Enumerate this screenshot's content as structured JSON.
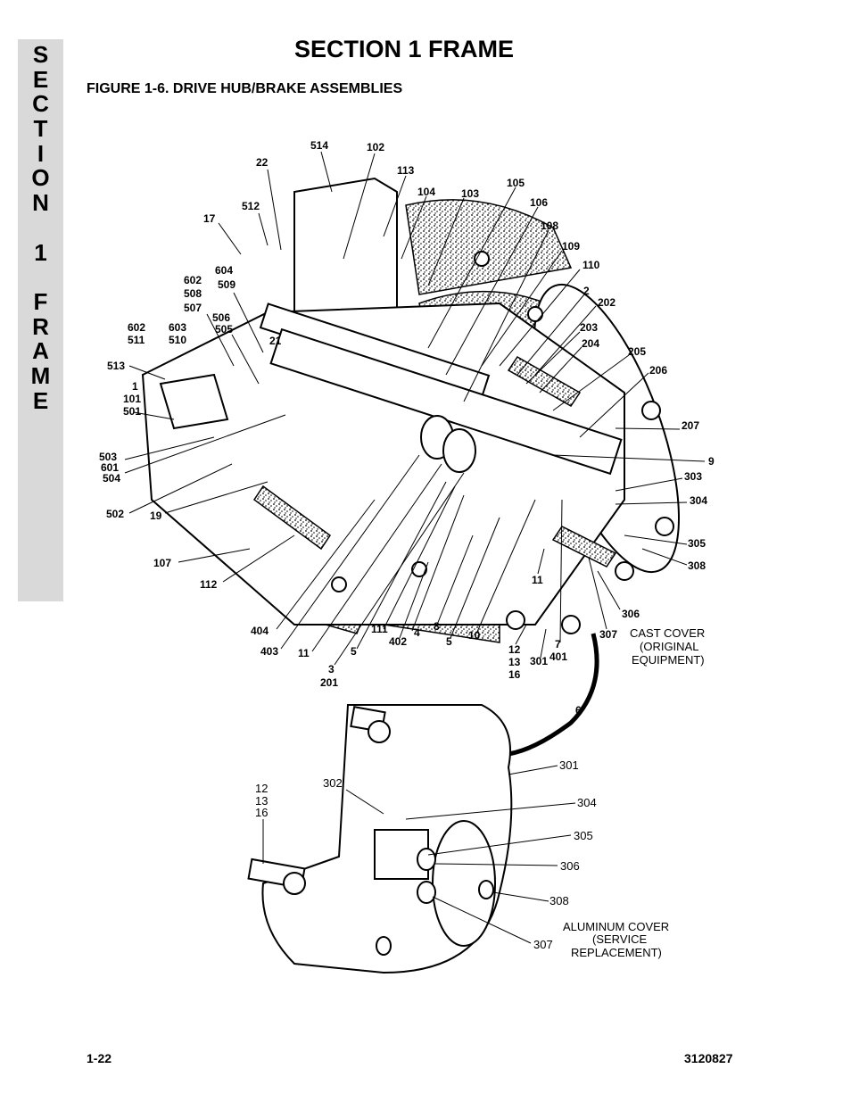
{
  "side_tab": {
    "letters": [
      "S",
      "E",
      "C",
      "T",
      "I",
      "O",
      "N",
      " ",
      "1",
      " ",
      "F",
      "R",
      "A",
      "M",
      "E"
    ]
  },
  "header": {
    "section_title": "SECTION 1  FRAME",
    "figure_title": "FIGURE 1-6.    DRIVE HUB/BRAKE ASSEMBLIES"
  },
  "footer": {
    "page_number": "1-22",
    "document_number": "3120827"
  },
  "figure": {
    "top_labels": {
      "l514": "514",
      "l102": "102",
      "l113": "113",
      "l104": "104",
      "l103": "103",
      "l105": "105",
      "l106": "106",
      "l108": "108",
      "l109": "109",
      "l110": "110",
      "l2": "2",
      "l202": "202",
      "l203": "203",
      "l204": "204",
      "l205": "205",
      "l206": "206",
      "l207": "207",
      "l9": "9",
      "l303": "303",
      "l304": "304",
      "l305": "305",
      "l308": "308",
      "l306": "306",
      "l307": "307",
      "l22": "22",
      "l512": "512",
      "l17": "17",
      "l604": "604",
      "l509": "509",
      "l602a": "602",
      "l508": "508",
      "l507": "507",
      "l506": "506",
      "l505": "505",
      "l602b": "602",
      "l511": "511",
      "l603": "603",
      "l510": "510",
      "l21": "21",
      "l513": "513",
      "l1": "1",
      "l101": "101",
      "l501": "501",
      "l503": "503",
      "l601": "601",
      "l504": "504",
      "l502": "502",
      "l19": "19",
      "l107": "107",
      "l112": "112",
      "l404": "404",
      "l403": "403",
      "l11a": "11",
      "l3": "3",
      "l201": "201",
      "l5a": "5",
      "l111": "111",
      "l4": "4",
      "l402": "402",
      "l8": "8",
      "l5b": "5",
      "l10": "10",
      "l12": "12",
      "l13": "13",
      "l16": "16",
      "l301": "301",
      "l7": "7",
      "l401": "401",
      "l11b": "11",
      "cast_cover_1": "CAST COVER",
      "cast_cover_2": "(ORIGINAL",
      "cast_cover_3": "EQUIPMENT)"
    },
    "bottom_labels": {
      "l6": "6",
      "l301": "301",
      "l302": "302",
      "l12": "12",
      "l13": "13",
      "l16": "16",
      "l304": "304",
      "l305": "305",
      "l306": "306",
      "l308": "308",
      "l307": "307",
      "alu_1": "ALUMINUM COVER",
      "alu_2": "(SERVICE",
      "alu_3": "REPLACEMENT)"
    }
  }
}
